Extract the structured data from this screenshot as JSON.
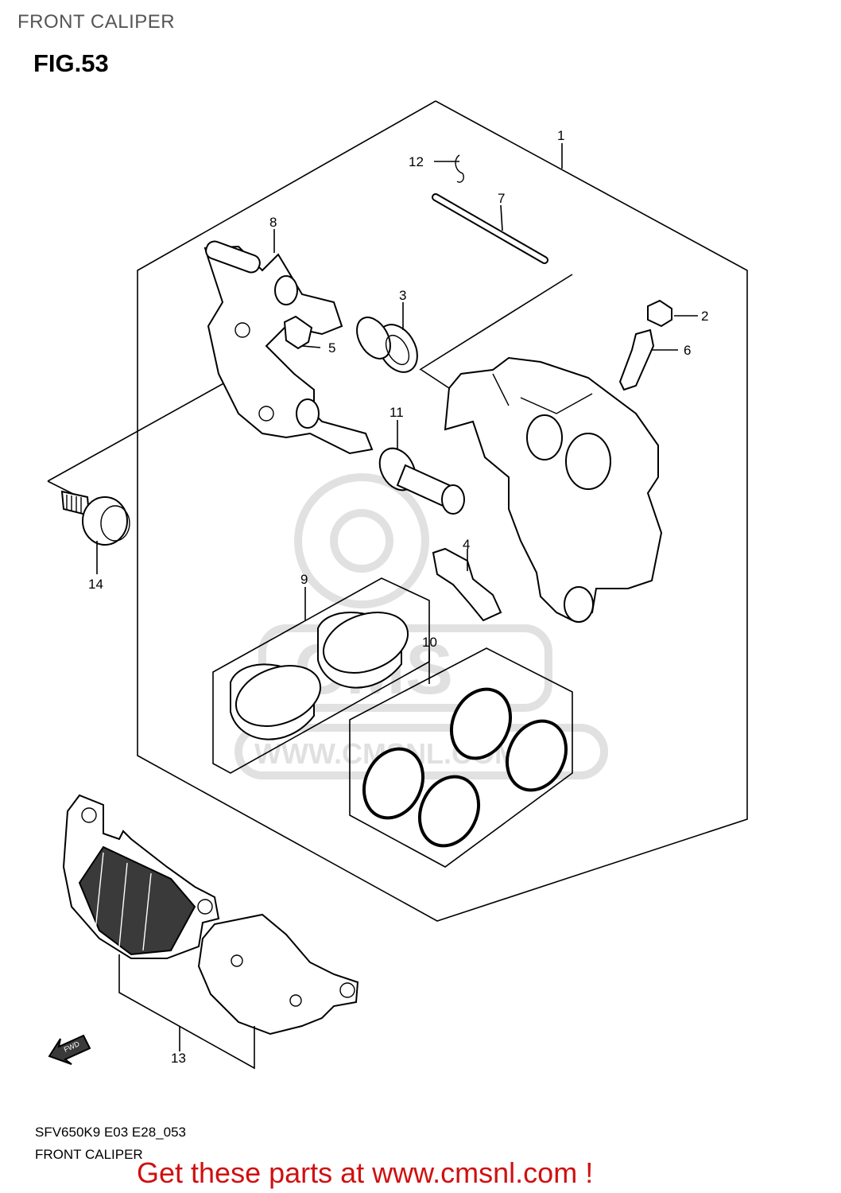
{
  "header": {
    "title": "FRONT CALIPER",
    "figure": "FIG.53"
  },
  "callouts": [
    {
      "id": "1",
      "label": "1"
    },
    {
      "id": "2",
      "label": "2"
    },
    {
      "id": "3",
      "label": "3"
    },
    {
      "id": "4",
      "label": "4"
    },
    {
      "id": "5",
      "label": "5"
    },
    {
      "id": "6",
      "label": "6"
    },
    {
      "id": "7",
      "label": "7"
    },
    {
      "id": "8",
      "label": "8"
    },
    {
      "id": "9",
      "label": "9"
    },
    {
      "id": "10",
      "label": "10"
    },
    {
      "id": "11",
      "label": "11"
    },
    {
      "id": "12",
      "label": "12"
    },
    {
      "id": "13",
      "label": "13"
    },
    {
      "id": "14",
      "label": "14"
    }
  ],
  "watermark": {
    "text": "WWW.CMSNL.COM",
    "logo": "CMS"
  },
  "direction": {
    "label": "FWD"
  },
  "footer": {
    "code": "SFV650K9 E03 E28_053",
    "caption": "FRONT CALIPER",
    "promo": "Get these parts at www.cmsnl.com !",
    "promo_color": "#d01010"
  },
  "colors": {
    "lines": "#000000",
    "background": "#ffffff",
    "watermark": "#c8c8c8"
  }
}
